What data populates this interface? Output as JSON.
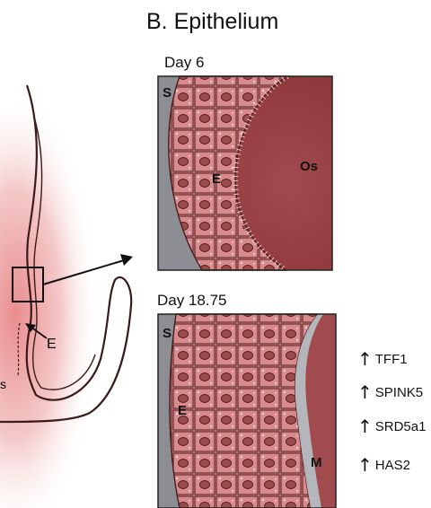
{
  "panel_title": "B.  Epithelium",
  "panels": [
    {
      "time_label": "Day 6",
      "labels": {
        "stroma": "S",
        "epithelium": "E",
        "lumen": "Os"
      }
    },
    {
      "time_label": "Day 18.75",
      "labels": {
        "stroma": "S",
        "epithelium": "E",
        "mucus": "M"
      }
    }
  ],
  "overview": {
    "epithelium_label": "E",
    "partial_label": "s"
  },
  "upregulated_genes": [
    "TFF1",
    "SPINK5",
    "SRD5a1",
    "HAS2"
  ],
  "colors": {
    "tissue": "#c8676b",
    "tissue_dark": "#8e3a3e",
    "stroma": "#8c8e93",
    "glow": "#f2c7c7"
  }
}
